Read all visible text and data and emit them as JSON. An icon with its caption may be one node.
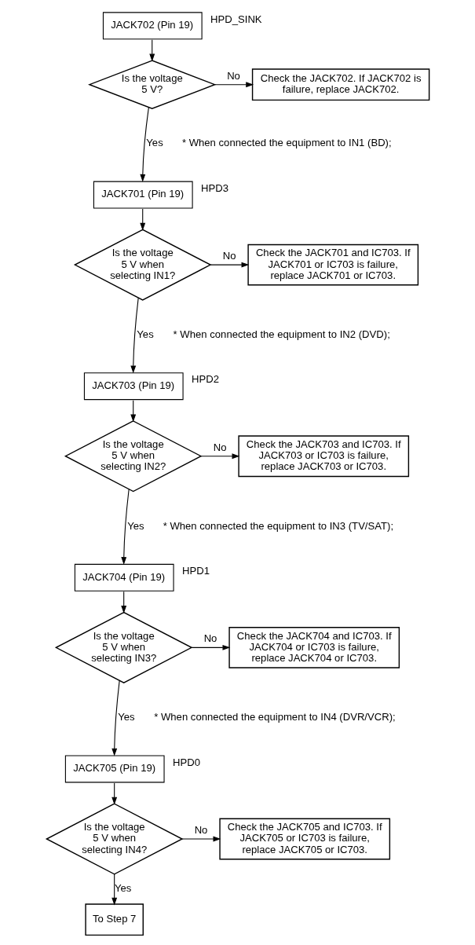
{
  "diagram": {
    "nodes": [
      {
        "text": [
          "JACK702 (Pin 19)"
        ],
        "beside": [
          "HPD_SINK"
        ]
      },
      {
        "text": [
          "Is the voltage 5 V?"
        ]
      },
      {
        "text": [
          "Check the JACK702. If JACK702 is failure, replace JACK702."
        ]
      },
      {
        "text": [
          "JACK701 (Pin 19)"
        ],
        "beside": [
          "HPD3"
        ]
      },
      {
        "text": [
          "Is the voltage 5 V when selecting IN1?"
        ]
      },
      {
        "text": [
          "Check the JACK701 and IC703. If JACK701 or IC703 is failure, replace JACK701 or IC703."
        ]
      },
      {
        "text": [
          "JACK703 (Pin 19)"
        ],
        "beside": [
          "HPD2"
        ]
      },
      {
        "text": [
          "Is the voltage 5 V when selecting IN2?"
        ]
      },
      {
        "text": [
          "Check the JACK703 and IC703. If JACK703 or IC703 is failure, replace JACK703 or IC703."
        ]
      },
      {
        "text": [
          "JACK704 (Pin 19)"
        ],
        "beside": [
          "HPD1"
        ]
      },
      {
        "text": [
          "Is the voltage 5 V when selecting IN3?"
        ]
      },
      {
        "text": [
          "Check the JACK704 and IC703. If JACK704 or IC703 is failure, replace JACK704 or IC703."
        ]
      },
      {
        "text": [
          "JACK705 (Pin 19)"
        ],
        "beside": [
          "HPD0"
        ]
      },
      {
        "text": [
          "Is the voltage 5 V when selecting IN4?"
        ]
      },
      {
        "text": [
          "Check the JACK705 and IC703. If JACK705 or IC703 is failure, replace JACK705 or IC703."
        ]
      },
      {
        "text": [
          "To Step 7"
        ]
      }
    ],
    "edges": [
      {
        "from": 0,
        "to": 1,
        "arrow": "to"
      },
      {
        "from": 1,
        "to": 2,
        "arrow": "to",
        "label": "No"
      },
      {
        "from": 1,
        "to": 3,
        "arrow": "to",
        "label": "Yes"
      },
      {
        "from": 3,
        "to": 4,
        "arrow": "to"
      },
      {
        "from": 4,
        "to": 5,
        "arrow": "to",
        "label": "No"
      },
      {
        "from": 4,
        "to": 6,
        "arrow": "to",
        "label": "Yes"
      },
      {
        "from": 6,
        "to": 7,
        "arrow": "to"
      },
      {
        "from": 7,
        "to": 8,
        "arrow": "to",
        "label": "No"
      },
      {
        "from": 7,
        "to": 9,
        "arrow": "to",
        "label": "Yes"
      },
      {
        "from": 9,
        "to": 10,
        "arrow": "to"
      },
      {
        "from": 10,
        "to": 11,
        "arrow": "to",
        "label": "No"
      },
      {
        "from": 10,
        "to": 12,
        "arrow": "to",
        "label": "Yes"
      },
      {
        "from": 12,
        "to": 13,
        "arrow": "to"
      },
      {
        "from": 13,
        "to": 14,
        "arrow": "to",
        "label": "No"
      },
      {
        "from": 13,
        "to": 15,
        "arrow": "to",
        "label": "Yes"
      }
    ],
    "labels": [
      "* When connected the equipment to IN1 (BD);",
      "* When connected the equipment to IN2 (DVD);",
      "* When connected the equipment to IN3 (TV/SAT);",
      "* When connected the equipment to IN4 (DVR/VCR);"
    ]
  }
}
